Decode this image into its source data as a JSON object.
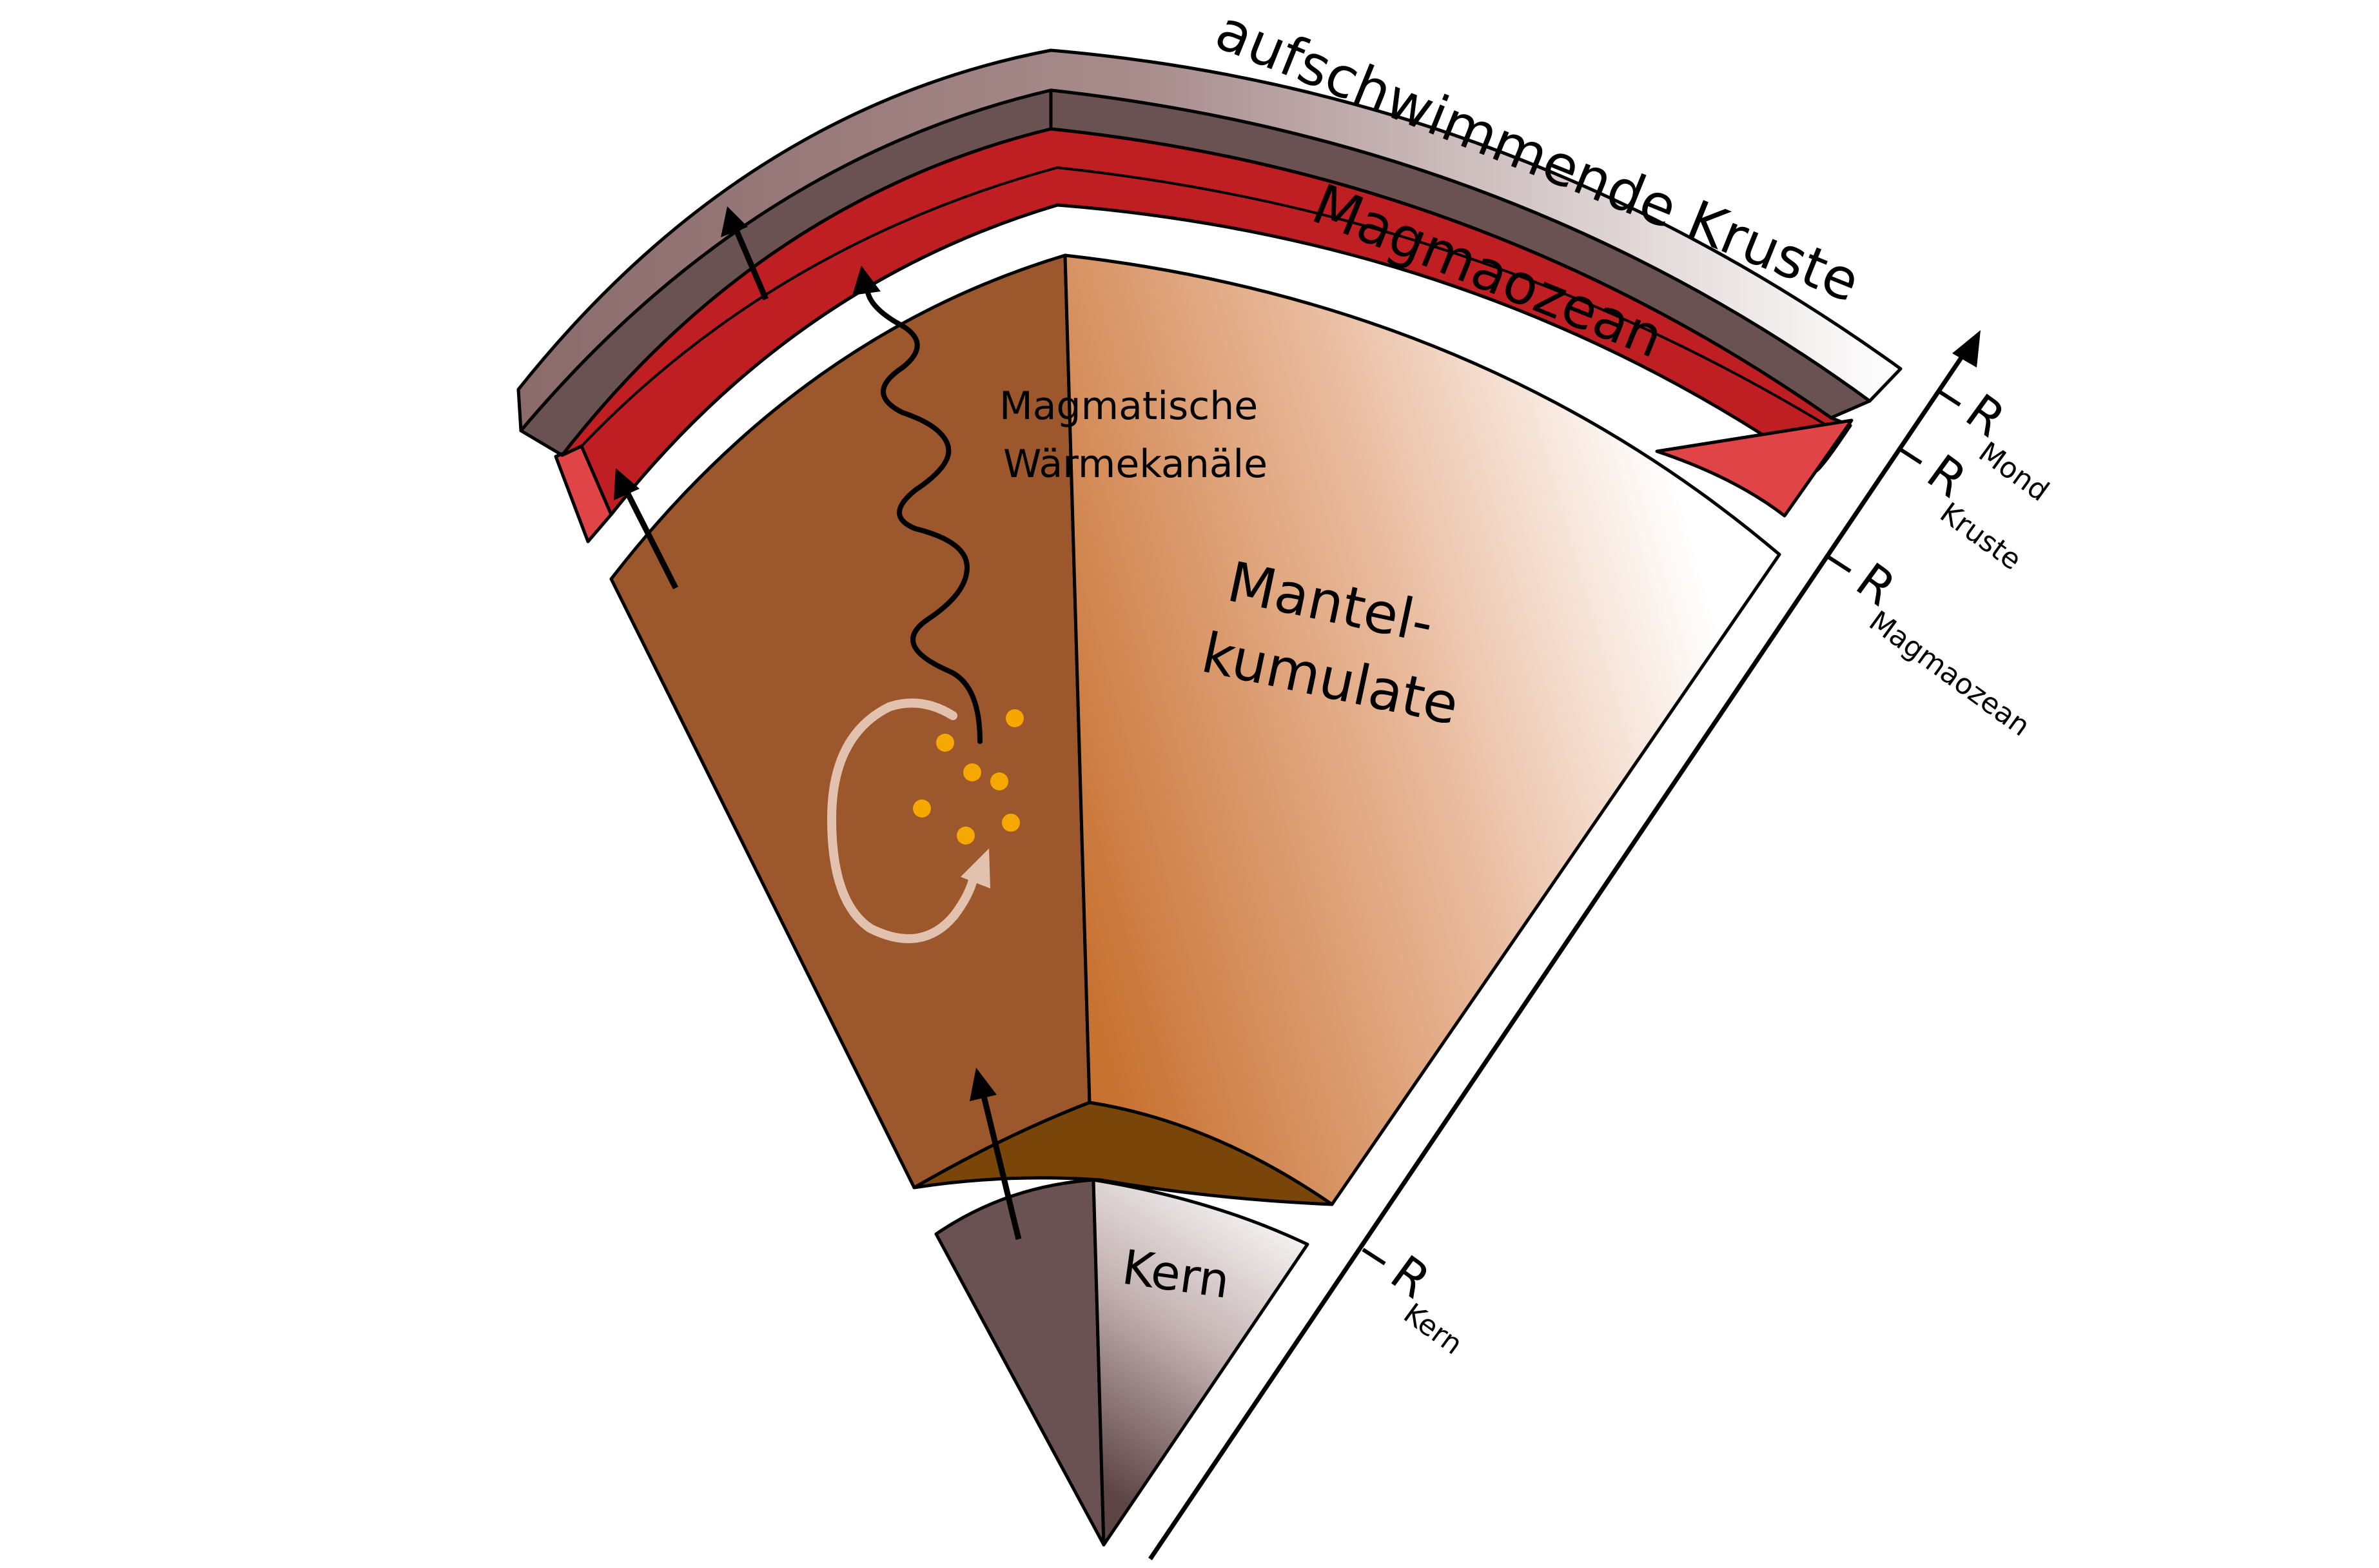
{
  "labels": {
    "crust": "aufschwimmende Kruste",
    "magma_ocean": "Magmaozean",
    "channels_line1": "Magmatische",
    "channels_line2": "Wärmekanäle",
    "mantle_line1": "Mantel-",
    "mantle_line2": "kumulate",
    "core": "Kern"
  },
  "radius_axis": {
    "symbol": "R",
    "ticks": [
      {
        "sub": "Mond"
      },
      {
        "sub": "Kruste"
      },
      {
        "sub": "Magmaozean"
      },
      {
        "sub": "Kern"
      }
    ]
  },
  "colors": {
    "crust_top": "#8b6a6a",
    "crust_side": "#6a5252",
    "magma_ocean": "#bf1e22",
    "magma_ocean_side": "#e04447",
    "mantle_left": "#9c582c",
    "mantle_right_dark": "#c87232",
    "core_rim": "#7a4508",
    "core_left": "#6a5252",
    "heat_dots": "#f6a800",
    "convection": "#e2c2ae"
  },
  "icons": [
    "upward-arrow-icon",
    "convection-loop-icon",
    "wavy-channel-icon"
  ]
}
